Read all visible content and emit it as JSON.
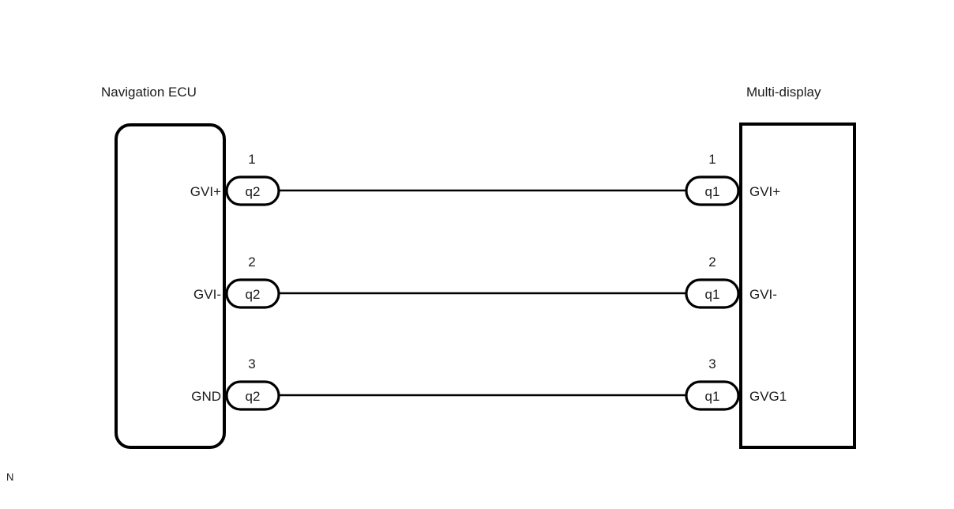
{
  "diagram": {
    "background_color": "#ffffff",
    "line_color": "#000000",
    "text_color": "#1a1a1a",
    "corner_mark": "N",
    "left_block": {
      "title": "Navigation ECU",
      "shape": "rounded-rectangle",
      "connectors": [
        {
          "pin": "1",
          "terminal": "q2",
          "signal": "GVI+"
        },
        {
          "pin": "2",
          "terminal": "q2",
          "signal": "GVI-"
        },
        {
          "pin": "3",
          "terminal": "q2",
          "signal": "GND"
        }
      ]
    },
    "right_block": {
      "title": "Multi-display",
      "shape": "rectangle",
      "connectors": [
        {
          "pin": "1",
          "terminal": "q1",
          "signal": "GVI+"
        },
        {
          "pin": "2",
          "terminal": "q1",
          "signal": "GVI-"
        },
        {
          "pin": "3",
          "terminal": "q1",
          "signal": "GVG1"
        }
      ]
    },
    "wires": [
      {
        "from_pin": "1",
        "to_pin": "1"
      },
      {
        "from_pin": "2",
        "to_pin": "2"
      },
      {
        "from_pin": "3",
        "to_pin": "3"
      }
    ]
  }
}
